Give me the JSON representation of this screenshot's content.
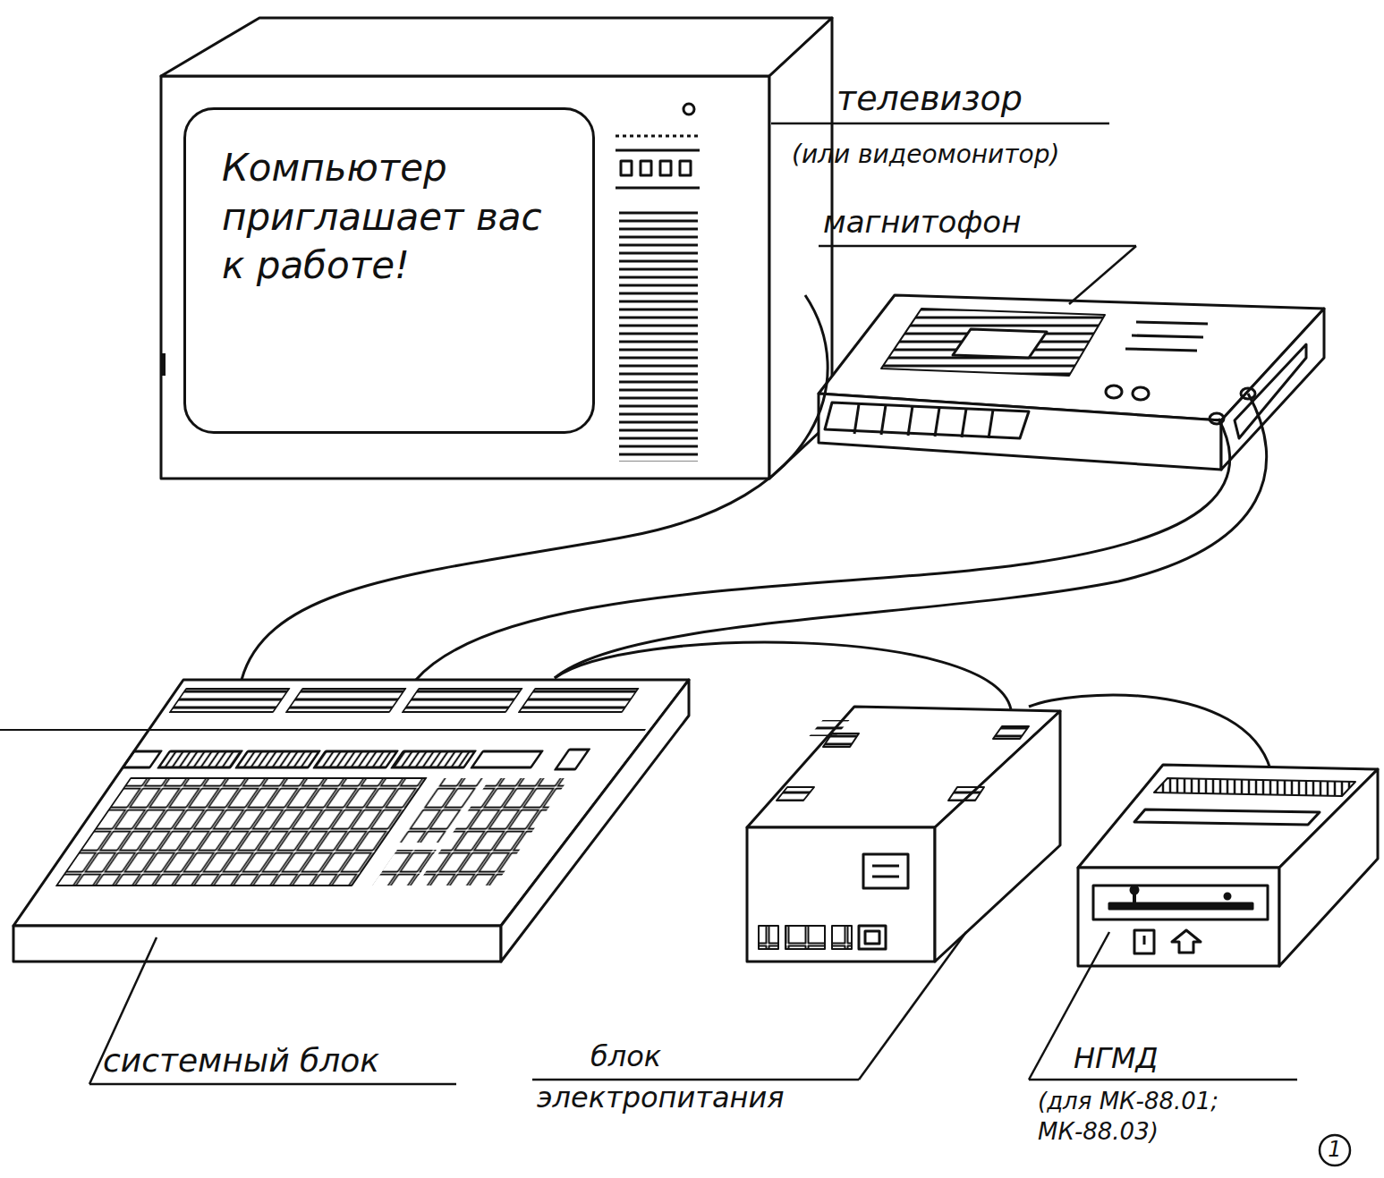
{
  "diagram": {
    "nodes": [
      {
        "text": [
          "Компьютер приглашает вас к работе!"
        ]
      }
    ],
    "labels": [
      "телевизор",
      "(или видеомонитор)",
      "магнитофон",
      "системный блок",
      "блок электропитания",
      "НГМД",
      "(для МК-88.01; МК-88.03)",
      "1"
    ]
  }
}
